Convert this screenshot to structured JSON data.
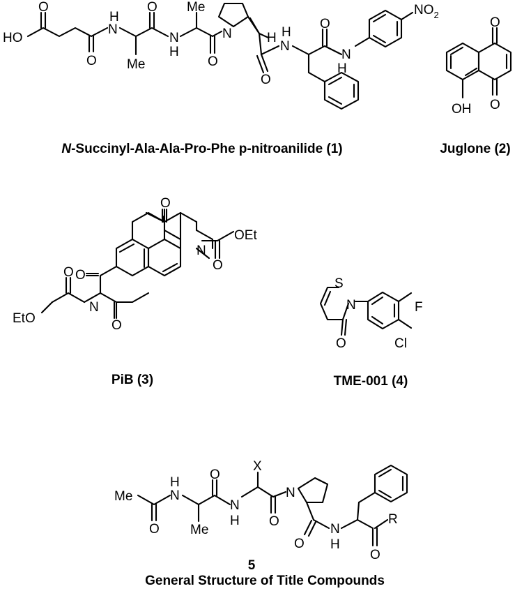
{
  "captions": {
    "c1_italic": "N",
    "c1_rest": "-Succinyl-Ala-Ala-Pro-Phe p-nitroanilide (1)",
    "c2": "Juglone (2)",
    "c3": "PiB (3)",
    "c4": "TME-001 (4)",
    "c5_number": "5",
    "c5_title": "General Structure of Title Compounds"
  },
  "atoms": {
    "ho": "HO",
    "o": "O",
    "n": "N",
    "h": "H",
    "me": "Me",
    "no2": "NO",
    "sub2": "2",
    "oh": "OH",
    "oet": "OEt",
    "eto": "EtO",
    "s": "S",
    "f": "F",
    "cl": "Cl",
    "x": "X",
    "r": "R"
  }
}
